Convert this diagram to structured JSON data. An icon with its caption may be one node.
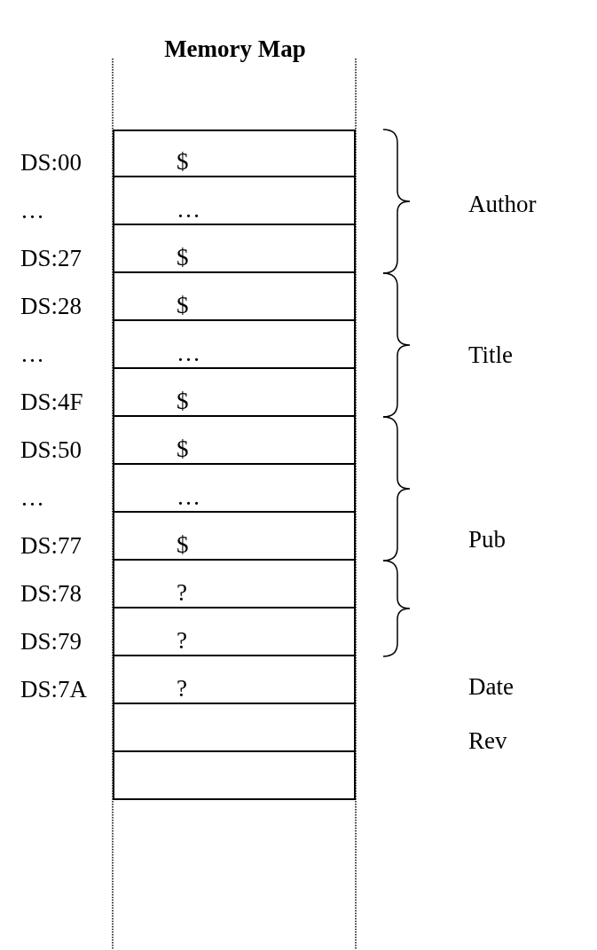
{
  "diagram": {
    "title": "Memory Map",
    "nodes": [
      {
        "text": [
          "$"
        ],
        "beside": [
          "DS:00"
        ]
      },
      {
        "text": [
          "…"
        ],
        "beside": [
          "…"
        ]
      },
      {
        "text": [
          "$"
        ],
        "beside": [
          "DS:27"
        ]
      },
      {
        "text": [
          "$"
        ],
        "beside": [
          "DS:28"
        ]
      },
      {
        "text": [
          "…"
        ],
        "beside": [
          "…"
        ]
      },
      {
        "text": [
          "$"
        ],
        "beside": [
          "DS:4F"
        ]
      },
      {
        "text": [
          "$"
        ],
        "beside": [
          "DS:50"
        ]
      },
      {
        "text": [
          "…"
        ],
        "beside": [
          "…"
        ]
      },
      {
        "text": [
          "$"
        ],
        "beside": [
          "DS:77"
        ]
      },
      {
        "text": [
          "?"
        ],
        "beside": [
          "DS:78"
        ]
      },
      {
        "text": [
          "?"
        ],
        "beside": [
          "DS:79"
        ]
      },
      {
        "text": [
          "?"
        ],
        "beside": [
          "DS:7A"
        ]
      },
      {
        "text": [],
        "shape": "box"
      },
      {
        "text": [],
        "shape": "box"
      }
    ],
    "edges": [],
    "labels": [
      "Author",
      "Title",
      "Pub",
      "Date",
      "Rev"
    ]
  }
}
